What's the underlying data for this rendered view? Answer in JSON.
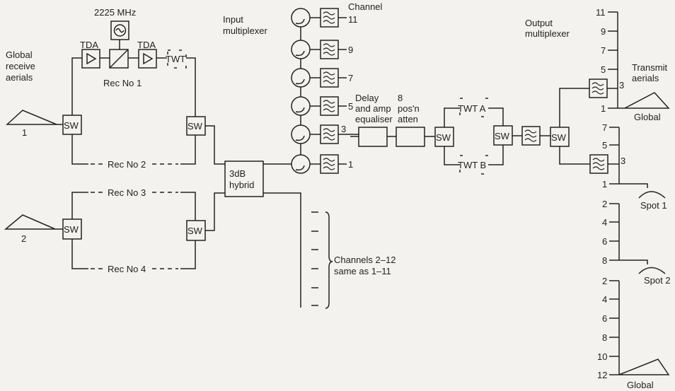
{
  "labels": {
    "global_receive": [
      "Global",
      "receive",
      "aerials"
    ],
    "aerial_1": "1",
    "aerial_2": "2",
    "osc_freq": "2225 MHz",
    "tda": "TDA",
    "twt": "TWT",
    "sw": "SW",
    "rec1": "Rec No 1",
    "rec2": "Rec No 2",
    "rec3": "Rec No 3",
    "rec4": "Rec No 4",
    "hybrid": [
      "3dB",
      "hybrid"
    ],
    "input_mux": [
      "Input",
      "multiplexer"
    ],
    "channel": "Channel",
    "input_channels": [
      "11",
      "9",
      "7",
      "5",
      "3",
      "1"
    ],
    "channels_note": [
      "Channels 2–12",
      "same as   1–11"
    ],
    "delay_eq": [
      "Delay",
      "and amp",
      "equaliser"
    ],
    "atten": [
      "8",
      "pos'n",
      "atten"
    ],
    "twt_a": "TWT A",
    "twt_b": "TWT B",
    "output_mux": [
      "Output",
      "multiplexer"
    ],
    "transmit": [
      "Transmit",
      "aerials"
    ],
    "bus1": [
      "11",
      "9",
      "7",
      "5",
      "3",
      "1"
    ],
    "bus2": [
      "7",
      "5",
      "3",
      "1"
    ],
    "bus3": [
      "2",
      "4",
      "6",
      "8"
    ],
    "bus4": [
      "2",
      "4",
      "6",
      "8",
      "10",
      "12"
    ],
    "global": "Global",
    "spot1": "Spot 1",
    "spot2": "Spot 2",
    "global_bottom": "Global"
  }
}
